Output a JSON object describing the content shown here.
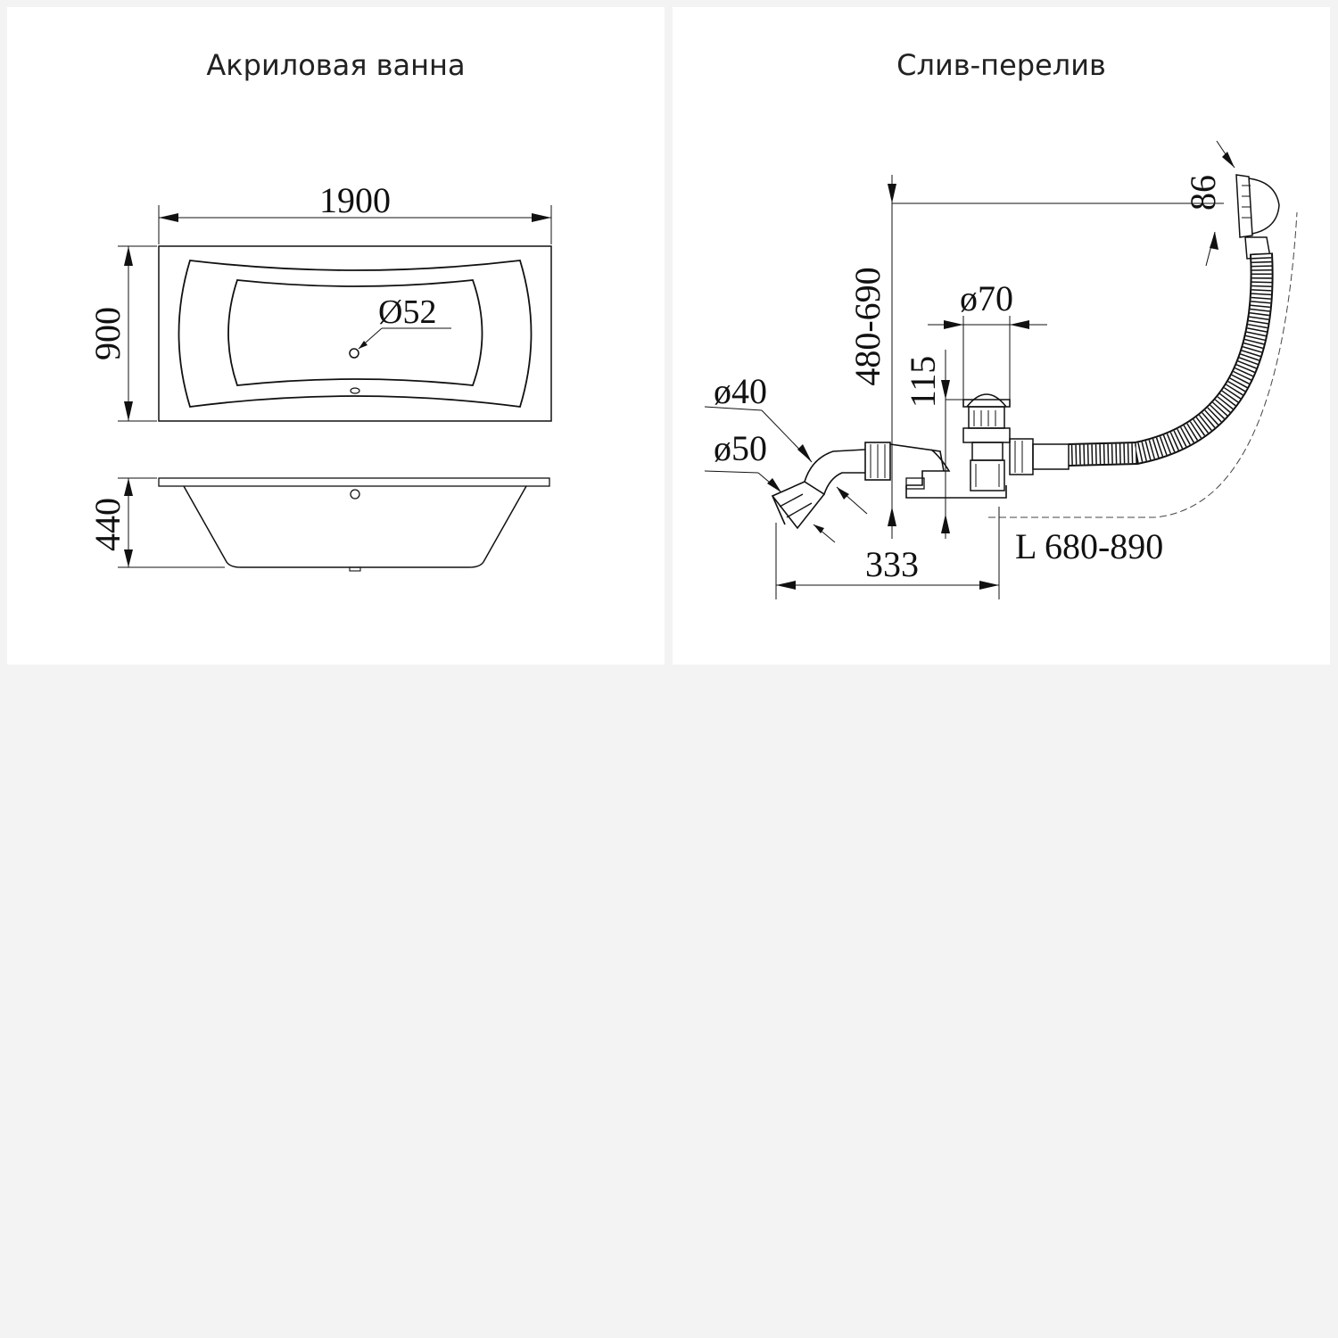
{
  "left_panel": {
    "title": "Акриловая ванна",
    "dimensions": {
      "length": "1900",
      "width": "900",
      "height": "440",
      "drain": "Ø52"
    }
  },
  "right_panel": {
    "title": "Слив-перелив",
    "dimensions": {
      "overflow_height": "480-690",
      "overflow_size": "86",
      "drain_diameter": "ø70",
      "drain_height": "115",
      "outlet_40": "ø40",
      "outlet_50": "ø50",
      "distance": "333",
      "hose_length": "L 680-890"
    }
  },
  "colors": {
    "background": "#f3f3f3",
    "panel": "#ffffff",
    "line": "#111111"
  }
}
